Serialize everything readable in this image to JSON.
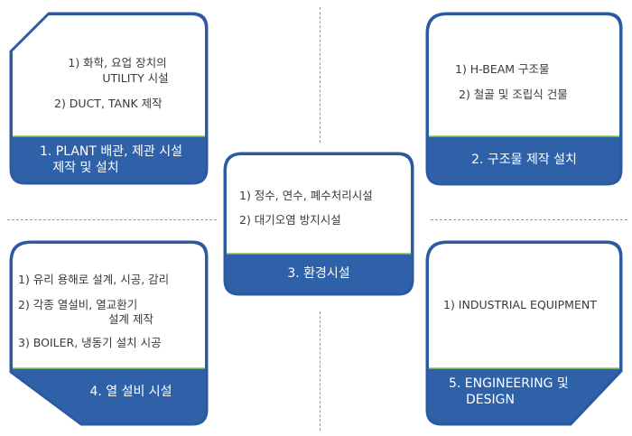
{
  "colors": {
    "card_fill": "#2f61a8",
    "card_border": "#2b5aa0",
    "green_rule": "#8bc34a",
    "body_fill": "#ffffff"
  },
  "cards": {
    "plant": {
      "items": [
        "1) 화학, 요업 장치의",
        "UTILITY 시설",
        "2) DUCT, TANK 제작"
      ],
      "title_lines": [
        "1. PLANT 배관, 제관 시설",
        "제작 및 설치"
      ]
    },
    "structure": {
      "items": [
        "1) H-BEAM 구조물",
        "2) 철골 및 조립식 건물"
      ],
      "title_lines": [
        "2. 구조물 제작 설치"
      ]
    },
    "environment": {
      "items": [
        "1) 정수, 연수, 폐수처리시설",
        "2) 대기오염 방지시설"
      ],
      "title_lines": [
        "3. 환경시설"
      ]
    },
    "thermal": {
      "items": [
        "1) 유리 용해로 설계, 시공, 감리",
        "2) 각종 열설비, 열교환기",
        "설계 제작",
        "3) BOILER, 냉동기 설치 시공"
      ],
      "title_lines": [
        "4. 열 설비 시설"
      ]
    },
    "engineering": {
      "items": [
        "1) INDUSTRIAL EQUIPMENT"
      ],
      "title_lines": [
        "5. ENGINEERING 및",
        "DESIGN"
      ]
    }
  }
}
